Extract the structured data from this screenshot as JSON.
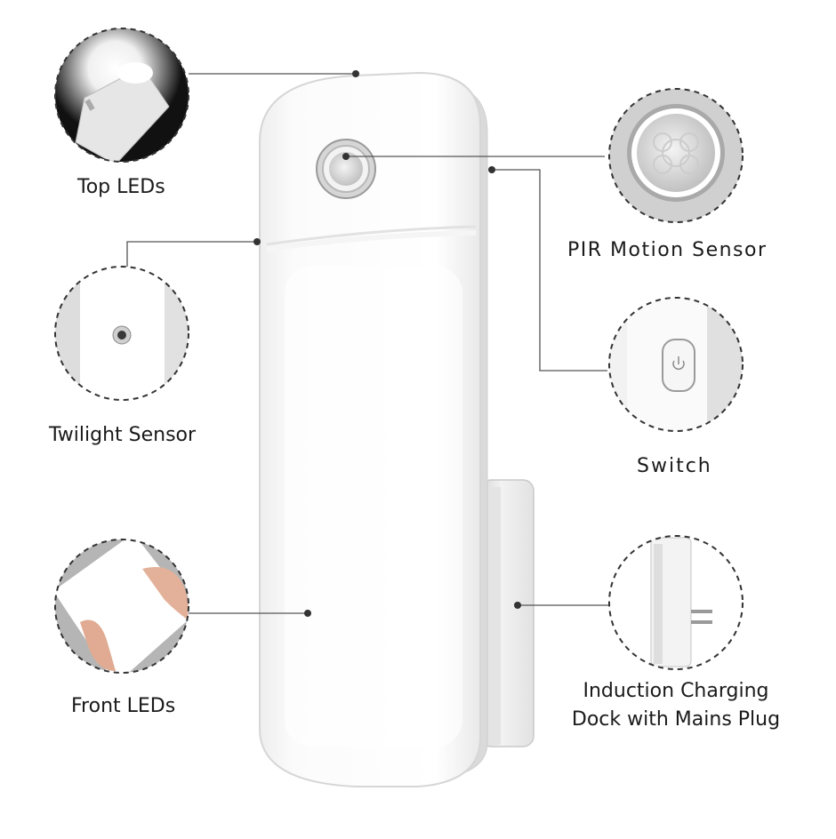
{
  "callouts": {
    "top_leds": {
      "label": "Top LEDs"
    },
    "pir_sensor": {
      "label": "PIR Motion Sensor"
    },
    "twilight_sensor": {
      "label": "Twilight Sensor"
    },
    "switch": {
      "label": "Switch"
    },
    "front_leds": {
      "label": "Front LEDs"
    },
    "dock": {
      "label_line1": "Induction Charging",
      "label_line2": "Dock with Mains Plug"
    }
  },
  "colors": {
    "background": "#ffffff",
    "device_body": "#f7f7f7",
    "leader_line": "#555555",
    "dashed_border": "#333333",
    "text": "#1a1a1a"
  },
  "icons": [
    "power-icon",
    "plug-prongs-icon"
  ]
}
